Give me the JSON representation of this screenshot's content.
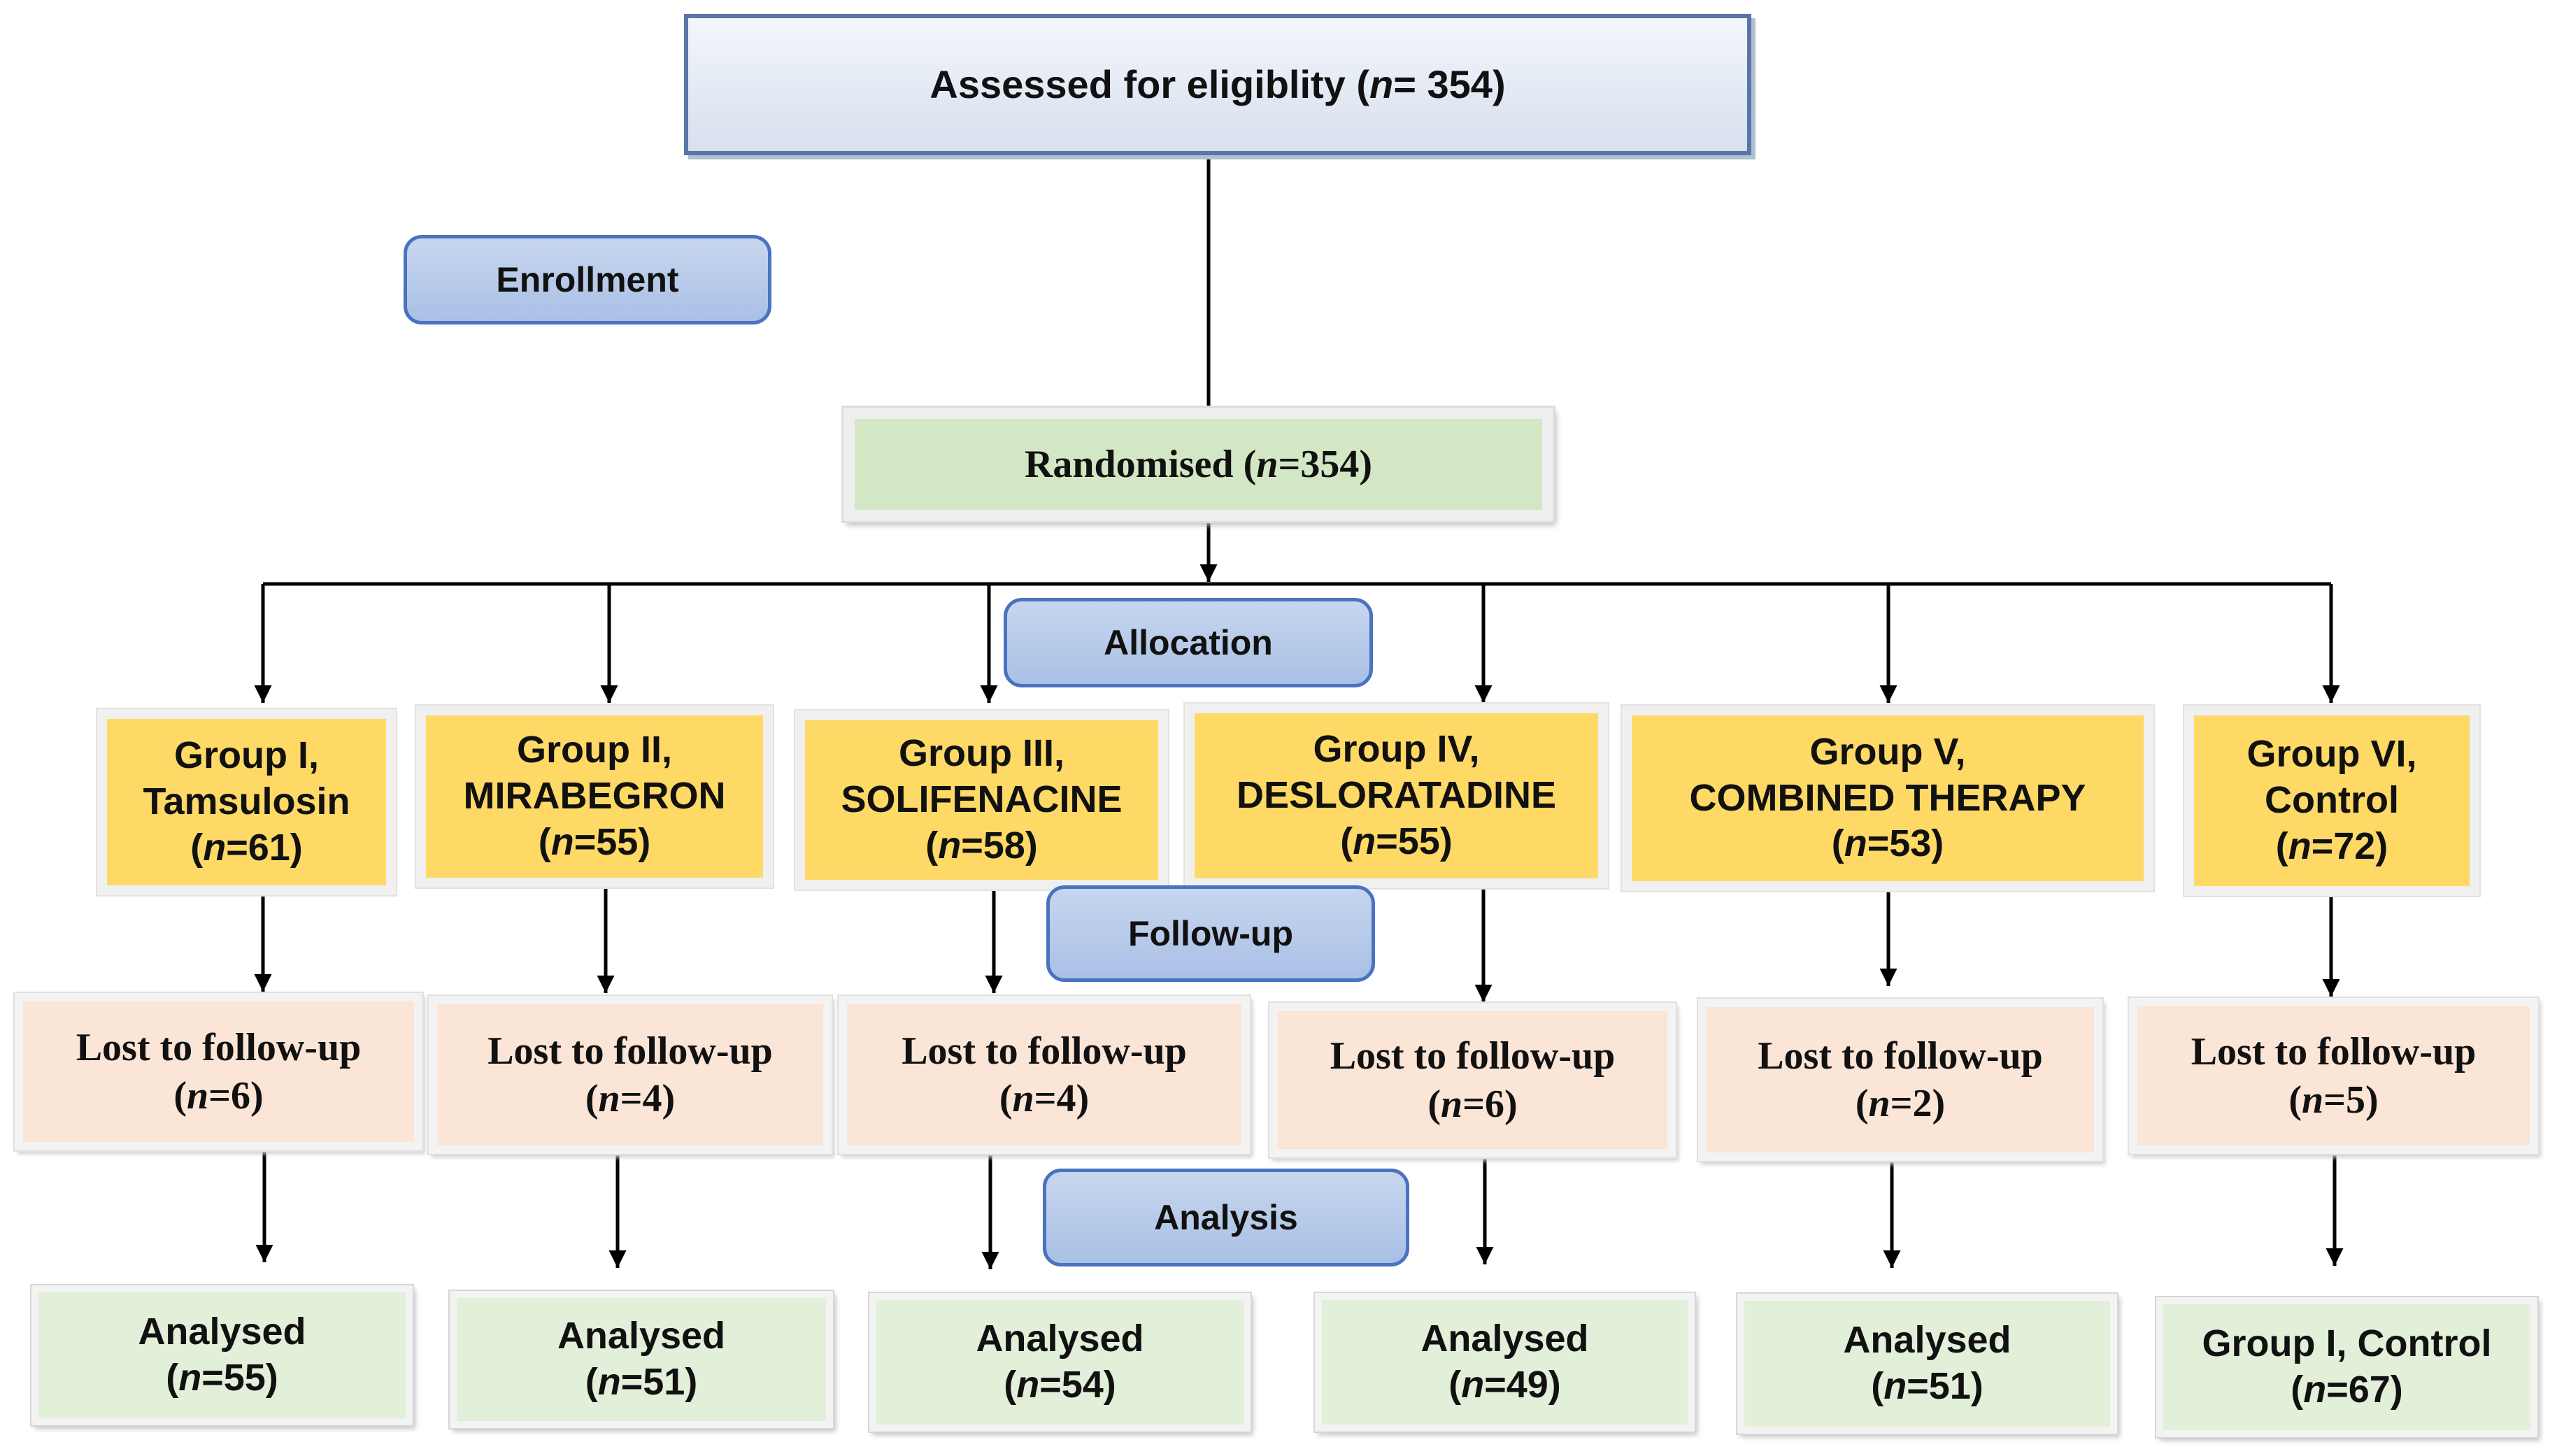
{
  "enrollment": {
    "assessed": {
      "text": "Assessed for eligiblity (",
      "n_label": "n",
      "n_value": "= 354)"
    },
    "stage_label": "Enrollment",
    "randomised": {
      "text": "Randomised (",
      "n_label": "n",
      "n_value": "=354)"
    }
  },
  "stage_labels": {
    "allocation": "Allocation",
    "followup": "Follow-up",
    "analysis": "Analysis"
  },
  "groups": [
    {
      "line1": "Group I,",
      "line2": "Tamsulosin",
      "n_label": "n",
      "n_value": "=61)",
      "lost_text": "Lost to follow-up",
      "lost_n": "=6)",
      "analysed_text": "Analysed",
      "analysed_n": "=55)"
    },
    {
      "line1": "Group II,",
      "line2": "MIRABEGRON",
      "n_label": "n",
      "n_value": "=55)",
      "lost_text": "Lost to follow-up",
      "lost_n": "=4)",
      "analysed_text": "Analysed",
      "analysed_n": "=51)"
    },
    {
      "line1": "Group III,",
      "line2": "SOLIFENACINE",
      "n_label": "n",
      "n_value": "=58)",
      "lost_text": "Lost to follow-up",
      "lost_n": "=4)",
      "analysed_text": "Analysed",
      "analysed_n": "=54)"
    },
    {
      "line1": "Group IV,",
      "line2": "DESLORATADINE",
      "n_label": "n",
      "n_value": "=55)",
      "lost_text": "Lost to follow-up",
      "lost_n": "=6)",
      "analysed_text": "Analysed",
      "analysed_n": "=49)"
    },
    {
      "line1": "Group V,",
      "line2": "COMBINED THERAPY",
      "n_label": "n",
      "n_value": "=53)",
      "lost_text": "Lost to follow-up",
      "lost_n": "=2)",
      "analysed_text": "Analysed",
      "analysed_n": "=51)"
    },
    {
      "line1": "Group VI,",
      "line2": "Control",
      "n_label": "n",
      "n_value": "=72)",
      "lost_text": "Lost to follow-up",
      "lost_n": "=5)",
      "analysed_text": "Group I, Control",
      "analysed_n": "=67)"
    }
  ],
  "paren_open": "(",
  "colors": {
    "stage_label_fill": "#a9c0e5",
    "stage_label_border": "#4a72c0",
    "randomised_fill": "#d3e7c5",
    "group_fill": "#ffd966",
    "lost_fill": "#fbe5d6",
    "analysed_fill": "#e2efd9",
    "assessed_border": "#5876a7"
  }
}
